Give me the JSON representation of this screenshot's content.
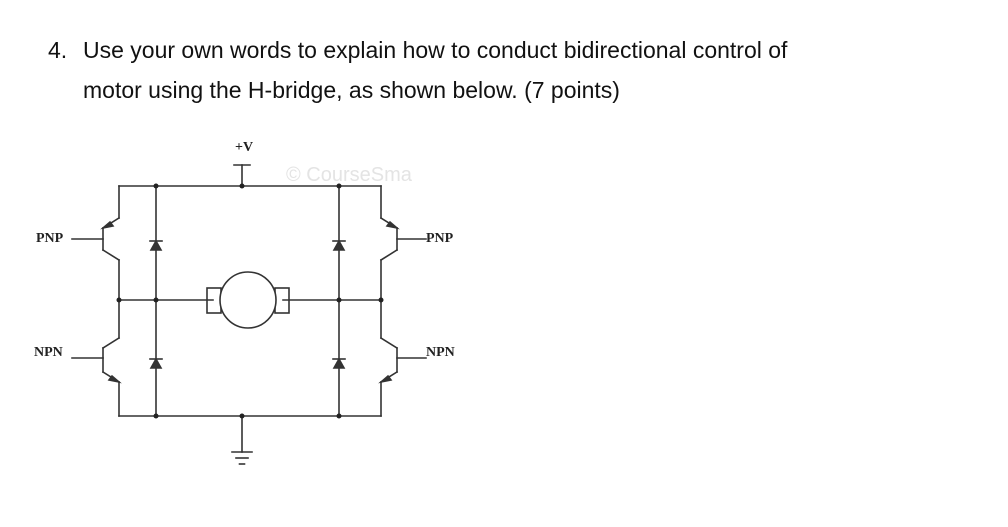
{
  "question": {
    "number": "4.",
    "line1": "Use your own words to explain how to conduct bidirectional control of",
    "line2": "motor using the H-bridge, as shown below. (7 points)"
  },
  "diagram": {
    "supply_label": "+V",
    "top_left_label": "PNP",
    "top_right_label": "PNP",
    "bottom_left_label": "NPN",
    "bottom_right_label": "NPN",
    "watermark": "© CourseSma"
  },
  "colors": {
    "text": "#111111",
    "wire": "#333333",
    "dot": "#222222"
  }
}
